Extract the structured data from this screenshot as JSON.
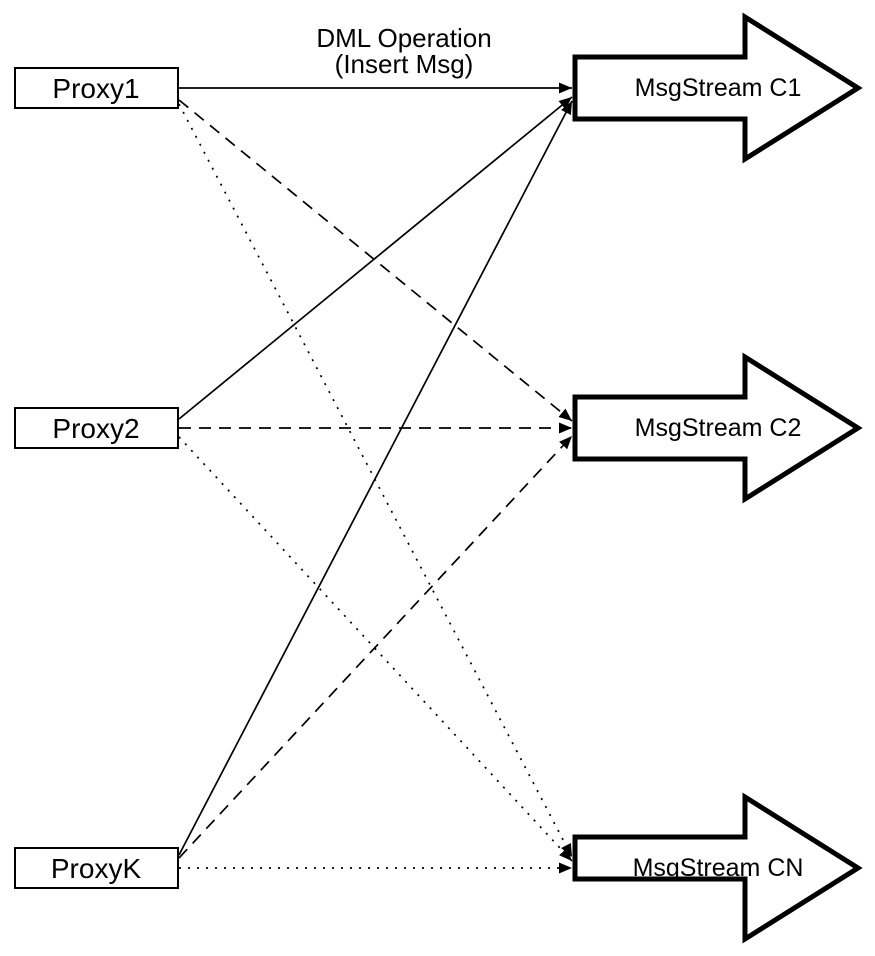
{
  "annotation": {
    "line1": "DML Operation",
    "line2": "(Insert Msg)"
  },
  "proxies": [
    {
      "id": "proxy1",
      "label": "Proxy1"
    },
    {
      "id": "proxy2",
      "label": "Proxy2"
    },
    {
      "id": "proxyk",
      "label": "ProxyK"
    }
  ],
  "streams": [
    {
      "id": "c1",
      "label": "MsgStream C1",
      "incoming_line_style": "solid"
    },
    {
      "id": "c2",
      "label": "MsgStream C2",
      "incoming_line_style": "dashed"
    },
    {
      "id": "cn",
      "label": "MsgStream CN",
      "incoming_line_style": "dotted"
    }
  ],
  "connections": [
    {
      "from": "proxy1",
      "to": "c1",
      "style": "solid"
    },
    {
      "from": "proxy1",
      "to": "c2",
      "style": "dashed"
    },
    {
      "from": "proxy1",
      "to": "cn",
      "style": "dotted"
    },
    {
      "from": "proxy2",
      "to": "c1",
      "style": "solid"
    },
    {
      "from": "proxy2",
      "to": "c2",
      "style": "dashed"
    },
    {
      "from": "proxy2",
      "to": "cn",
      "style": "dotted"
    },
    {
      "from": "proxyk",
      "to": "c1",
      "style": "solid"
    },
    {
      "from": "proxyk",
      "to": "c2",
      "style": "dashed"
    },
    {
      "from": "proxyk",
      "to": "cn",
      "style": "dotted"
    }
  ],
  "colors": {
    "stroke": "#000000",
    "fill": "#ffffff"
  }
}
